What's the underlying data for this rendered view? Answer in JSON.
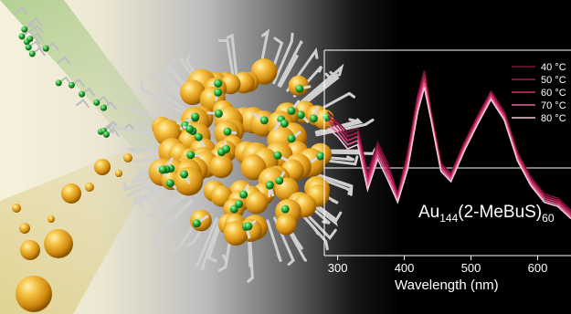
{
  "compound": {
    "element": "Au",
    "subscript1": "144",
    "ligand": "(2-MeBuS)",
    "subscript2": "60"
  },
  "chart_data": {
    "type": "line",
    "xlabel": "Wavelength (nm)",
    "ylabel": "",
    "xlim": [
      280,
      650
    ],
    "xticks": [
      300,
      400,
      500,
      600
    ],
    "grid": false,
    "legend_position": "top-right",
    "series": [
      {
        "name": "40 °C",
        "color": "#7a1236",
        "x": [
          285,
          300,
          315,
          330,
          345,
          360,
          375,
          390,
          405,
          420,
          430,
          440,
          455,
          470,
          490,
          510,
          530,
          550,
          570,
          590,
          610,
          630,
          650
        ],
        "y": [
          0.7,
          0.65,
          0.6,
          0.62,
          0.4,
          0.55,
          0.45,
          0.3,
          0.5,
          0.78,
          0.9,
          0.7,
          0.45,
          0.4,
          0.55,
          0.68,
          0.8,
          0.7,
          0.5,
          0.38,
          0.3,
          0.28,
          0.22
        ]
      },
      {
        "name": "50 °C",
        "color": "#a51a4c",
        "x": [
          285,
          300,
          315,
          330,
          345,
          360,
          375,
          390,
          405,
          420,
          430,
          440,
          455,
          470,
          490,
          510,
          530,
          550,
          570,
          590,
          610,
          630,
          650
        ],
        "y": [
          0.68,
          0.64,
          0.58,
          0.6,
          0.38,
          0.53,
          0.43,
          0.29,
          0.48,
          0.76,
          0.88,
          0.69,
          0.44,
          0.39,
          0.54,
          0.67,
          0.79,
          0.69,
          0.49,
          0.37,
          0.29,
          0.27,
          0.21
        ]
      },
      {
        "name": "60 °C",
        "color": "#d0306c",
        "x": [
          285,
          300,
          315,
          330,
          345,
          360,
          375,
          390,
          405,
          420,
          430,
          440,
          455,
          470,
          490,
          510,
          530,
          550,
          570,
          590,
          610,
          630,
          650
        ],
        "y": [
          0.66,
          0.62,
          0.56,
          0.58,
          0.36,
          0.51,
          0.41,
          0.28,
          0.46,
          0.74,
          0.86,
          0.68,
          0.43,
          0.38,
          0.53,
          0.66,
          0.78,
          0.68,
          0.48,
          0.36,
          0.28,
          0.26,
          0.2
        ]
      },
      {
        "name": "70 °C",
        "color": "#e8609a",
        "x": [
          285,
          300,
          315,
          330,
          345,
          360,
          375,
          390,
          405,
          420,
          430,
          440,
          455,
          470,
          490,
          510,
          530,
          550,
          570,
          590,
          610,
          630,
          650
        ],
        "y": [
          0.64,
          0.6,
          0.54,
          0.56,
          0.34,
          0.49,
          0.39,
          0.27,
          0.44,
          0.72,
          0.84,
          0.67,
          0.42,
          0.37,
          0.52,
          0.65,
          0.77,
          0.67,
          0.47,
          0.35,
          0.27,
          0.25,
          0.19
        ]
      },
      {
        "name": "80 °C",
        "color": "#f8c8dc",
        "x": [
          285,
          300,
          315,
          330,
          345,
          360,
          375,
          390,
          405,
          420,
          430,
          440,
          455,
          470,
          490,
          510,
          530,
          550,
          570,
          590,
          610,
          630,
          650
        ],
        "y": [
          0.62,
          0.58,
          0.52,
          0.54,
          0.32,
          0.47,
          0.37,
          0.26,
          0.42,
          0.7,
          0.82,
          0.66,
          0.41,
          0.36,
          0.51,
          0.64,
          0.76,
          0.66,
          0.46,
          0.34,
          0.26,
          0.24,
          0.18
        ]
      }
    ]
  }
}
